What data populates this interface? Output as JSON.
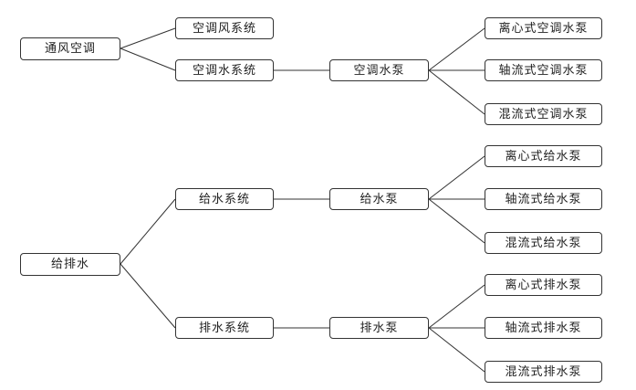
{
  "hvac": {
    "root": "通风空调",
    "air_system": "空调风系统",
    "water_system": "空调水系统",
    "pump": "空调水泵",
    "pump_types": [
      "离心式空调水泵",
      "轴流式空调水泵",
      "混流式空调水泵"
    ]
  },
  "plumbing": {
    "root": "给排水",
    "supply_system": "给水系统",
    "supply_pump": "给水泵",
    "supply_pump_types": [
      "离心式给水泵",
      "轴流式给水泵",
      "混流式给水泵"
    ],
    "drain_system": "排水系统",
    "drain_pump": "排水泵",
    "drain_pump_types": [
      "离心式排水泵",
      "轴流式排水泵",
      "混流式排水泵"
    ]
  },
  "colors": {
    "line": "#333333",
    "box_border": "#333333",
    "text": "#222222",
    "background": "#ffffff"
  }
}
